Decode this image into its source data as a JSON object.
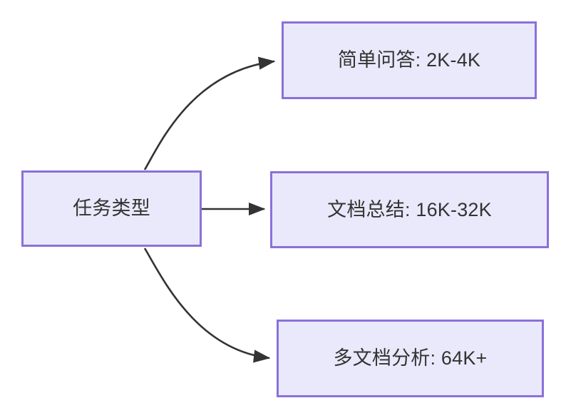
{
  "diagram": {
    "type": "flowchart",
    "direction": "left-to-right",
    "background_color": "#ffffff",
    "node_fill_color": "#eae9fb",
    "node_border_color": "#8b71d8",
    "node_text_color": "#333333",
    "edge_color": "#333333",
    "root": {
      "id": "task-type",
      "label": "任务类型"
    },
    "branches": [
      {
        "id": "simple-qa",
        "label": "简单问答: 2K-4K",
        "task": "简单问答",
        "context_length": "2K-4K",
        "edge_style": "curved"
      },
      {
        "id": "doc-summary",
        "label": "文档总结: 16K-32K",
        "task": "文档总结",
        "context_length": "16K-32K",
        "edge_style": "straight"
      },
      {
        "id": "multi-doc",
        "label": "多文档分析: 64K+",
        "task": "多文档分析",
        "context_length": "64K+",
        "edge_style": "curved"
      }
    ]
  }
}
